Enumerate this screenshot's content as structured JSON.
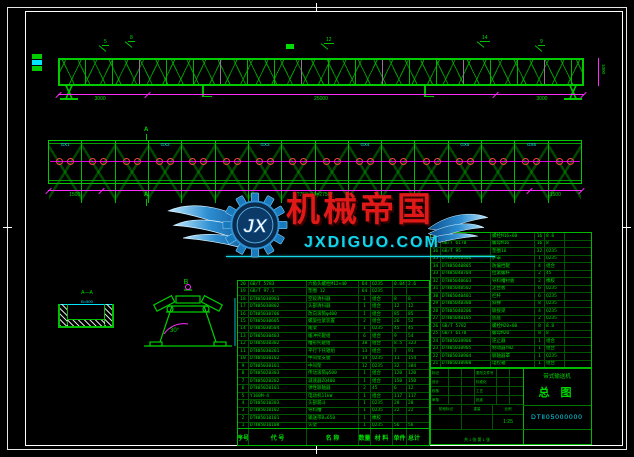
{
  "palette": {
    "cad_green": "#00cc00",
    "cad_cyan": "#00e5ff",
    "cad_magenta": "#ff2bff",
    "brand_red": "#e11818"
  },
  "watermark": {
    "brand": "机械帝国",
    "url": "JXDIGUO.COM",
    "gear": "JX"
  },
  "elevation": {
    "callouts": [
      "5",
      "8",
      "12",
      "14",
      "9"
    ],
    "dims_bottom": [
      "3000",
      "25000",
      "3000"
    ],
    "dim_right": "1000"
  },
  "plan": {
    "section": "A",
    "dims": [
      "1500",
      "2750×10=27500",
      "1500"
    ],
    "bays": [
      {
        "label": "GX1"
      },
      {
        "label": ""
      },
      {
        "label": ""
      },
      {
        "label": "GX2"
      },
      {
        "label": ""
      },
      {
        "label": ""
      },
      {
        "label": "GX3"
      },
      {
        "label": ""
      },
      {
        "label": ""
      },
      {
        "label": "GX4"
      },
      {
        "label": ""
      },
      {
        "label": ""
      },
      {
        "label": "GX5"
      },
      {
        "label": ""
      },
      {
        "label": "GX6"
      },
      {
        "label": ""
      }
    ]
  },
  "detail_a": {
    "label": "A—A",
    "dim": "B=500"
  },
  "detail_b": {
    "label": "B",
    "angle": "30°"
  },
  "bom_left": {
    "headers": [
      "序号",
      "代  号",
      "名  称",
      "数量",
      "材 料",
      "单件",
      "总计"
    ],
    "rows": [
      {
        "no": "20",
        "code": "GB/T 5783",
        "name": "六角头螺栓M12×40",
        "qty": "64",
        "mat": "Q235",
        "w1": "0.04",
        "w2": "2.6"
      },
      {
        "no": "19",
        "code": "GB/T 97.1",
        "name": "垫圈 12",
        "qty": "64",
        "mat": "Q235",
        "w1": "",
        "w2": ""
      },
      {
        "no": "18",
        "code": "DTⅡ05030903",
        "name": "空段清扫器",
        "qty": "1",
        "mat": "组合",
        "w1": "8",
        "w2": "8"
      },
      {
        "no": "17",
        "code": "DTⅡ05030802",
        "name": "头部清扫器",
        "qty": "1",
        "mat": "组合",
        "w1": "12",
        "w2": "12"
      },
      {
        "no": "16",
        "code": "DTⅡ05030706",
        "name": "改向滚筒φ400",
        "qty": "1",
        "mat": "组合",
        "w1": "85",
        "w2": "85"
      },
      {
        "no": "15",
        "code": "DTⅡ05030605",
        "name": "螺旋拉紧装置",
        "qty": "2",
        "mat": "组合",
        "w1": "26",
        "w2": "52"
      },
      {
        "no": "14",
        "code": "DTⅡ05030504",
        "name": "尾架",
        "qty": "1",
        "mat": "Q235",
        "w1": "45",
        "w2": "45"
      },
      {
        "no": "13",
        "code": "DTⅡ05030403",
        "name": "缓冲托辊组",
        "qty": "6",
        "mat": "组合",
        "w1": "9",
        "w2": "54"
      },
      {
        "no": "12",
        "code": "DTⅡ05030302",
        "name": "槽形托辊组",
        "qty": "38",
        "mat": "组合",
        "w1": "8.5",
        "w2": "323"
      },
      {
        "no": "11",
        "code": "DTⅡ05030201",
        "name": "平行下托辊组",
        "qty": "13",
        "mat": "组合",
        "w1": "7",
        "w2": "91"
      },
      {
        "no": "10",
        "code": "DTⅡ05030102",
        "name": "中间架支腿",
        "qty": "14",
        "mat": "Q235",
        "w1": "11",
        "w2": "154"
      },
      {
        "no": "9",
        "code": "DTⅡ05030101",
        "name": "中间架",
        "qty": "12",
        "mat": "Q235",
        "w1": "32",
        "w2": "384"
      },
      {
        "no": "8",
        "code": "DTⅡ05020303",
        "name": "传动滚筒φ500",
        "qty": "1",
        "mat": "组合",
        "w1": "120",
        "w2": "120"
      },
      {
        "no": "7",
        "code": "DTⅡ05020202",
        "name": "减速器ZQ400",
        "qty": "1",
        "mat": "组合",
        "w1": "150",
        "w2": "150"
      },
      {
        "no": "6",
        "code": "DTⅡ05020101",
        "name": "弹性联轴器",
        "qty": "2",
        "mat": "45",
        "w1": "6",
        "w2": "12"
      },
      {
        "no": "5",
        "code": "Y160M-4",
        "name": "电动机11kW",
        "qty": "1",
        "mat": "组合",
        "w1": "117",
        "w2": "117"
      },
      {
        "no": "4",
        "code": "DTⅡ05010203",
        "name": "头部漏斗",
        "qty": "1",
        "mat": "Q235",
        "w1": "28",
        "w2": "28"
      },
      {
        "no": "3",
        "code": "DTⅡ05010102",
        "name": "导料槽",
        "qty": "1",
        "mat": "Q235",
        "w1": "22",
        "w2": "22"
      },
      {
        "no": "2",
        "code": "DTⅡ05010101",
        "name": "输送带B=650",
        "qty": "1",
        "mat": "橡胶",
        "w1": "",
        "w2": ""
      },
      {
        "no": "1",
        "code": "DTⅡ05010100",
        "name": "头架",
        "qty": "1",
        "mat": "Q235",
        "w1": "56",
        "w2": "56"
      }
    ]
  },
  "bom_right": {
    "rows": [
      {
        "no": "38",
        "code": "GB/T 5782",
        "name": "螺栓M16×60",
        "qty": "16",
        "mat": "8.8",
        "note": ""
      },
      {
        "no": "37",
        "code": "GB/T 6170",
        "name": "螺母M16",
        "qty": "16",
        "mat": "8",
        "note": ""
      },
      {
        "no": "36",
        "code": "GB/T 95",
        "name": "垫圈16",
        "qty": "32",
        "mat": "Q235",
        "note": ""
      },
      {
        "no": "35",
        "code": "DTⅡ05040906",
        "name": "护罩",
        "qty": "1",
        "mat": "Q235",
        "note": ""
      },
      {
        "no": "34",
        "code": "DTⅡ05040805",
        "name": "防偏挡辊",
        "qty": "4",
        "mat": "组合",
        "note": ""
      },
      {
        "no": "33",
        "code": "DTⅡ05040704",
        "name": "拉紧螺杆",
        "qty": "2",
        "mat": "45",
        "note": ""
      },
      {
        "no": "32",
        "code": "DTⅡ05040603",
        "name": "导料槽衬板",
        "qty": "2",
        "mat": "橡胶",
        "note": ""
      },
      {
        "no": "31",
        "code": "DTⅡ05040502",
        "name": "走台板",
        "qty": "6",
        "mat": "Q235",
        "note": ""
      },
      {
        "no": "30",
        "code": "DTⅡ05040401",
        "name": "栏杆",
        "qty": "6",
        "mat": "Q235",
        "note": ""
      },
      {
        "no": "29",
        "code": "DTⅡ05040300",
        "name": "斜撑",
        "qty": "8",
        "mat": "Q235",
        "note": ""
      },
      {
        "no": "28",
        "code": "DTⅡ05040206",
        "name": "联接梁",
        "qty": "4",
        "mat": "Q235",
        "note": ""
      },
      {
        "no": "27",
        "code": "DTⅡ05040105",
        "name": "底座",
        "qty": "2",
        "mat": "Q235",
        "note": ""
      },
      {
        "no": "26",
        "code": "GB/T 5782",
        "name": "螺栓M20×80",
        "qty": "8",
        "mat": "8.8",
        "note": ""
      },
      {
        "no": "25",
        "code": "GB/T 6170",
        "name": "螺母M20",
        "qty": "8",
        "mat": "8",
        "note": ""
      },
      {
        "no": "24",
        "code": "DTⅡ05030906",
        "name": "逆止器",
        "qty": "1",
        "mat": "组合",
        "note": ""
      },
      {
        "no": "23",
        "code": "DTⅡ05030905",
        "name": "制动器YWZ",
        "qty": "1",
        "mat": "组合",
        "note": ""
      },
      {
        "no": "22",
        "code": "DTⅡ05030904",
        "name": "联轴器罩",
        "qty": "1",
        "mat": "Q235",
        "note": ""
      },
      {
        "no": "21",
        "code": "DTⅡ05030900",
        "name": "电控箱",
        "qty": "1",
        "mat": "组合",
        "note": ""
      }
    ]
  },
  "titleblock": {
    "sig_rows": [
      {
        "a": "标记",
        "b": "更改文件号"
      },
      {
        "a": "设计",
        "b": "标准化"
      },
      {
        "a": "校核",
        "b": "工艺"
      },
      {
        "a": "审核",
        "b": "批准"
      }
    ],
    "stage_label": "阶段标记",
    "weight_label": "重量",
    "scale_label": "比例",
    "weight": "",
    "scale": "1:25",
    "sheet": "共 1 张  第 1 张",
    "product": "带式输送机",
    "title": "总 图",
    "drawing_no": "DTⅡ05000000"
  }
}
